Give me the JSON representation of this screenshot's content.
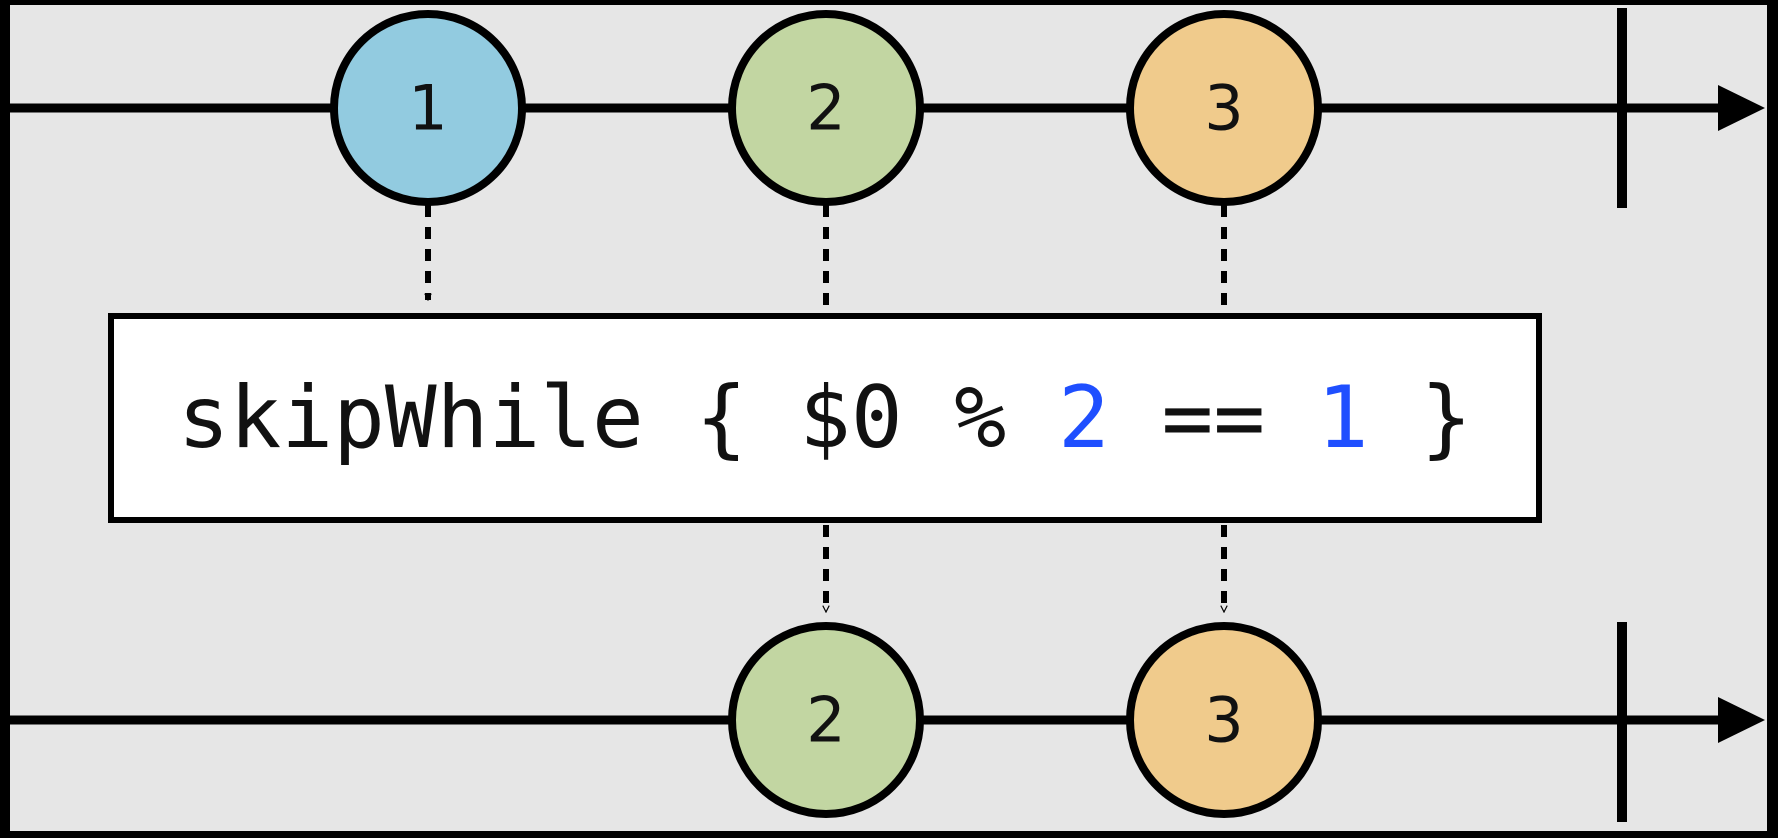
{
  "operator": {
    "code_parts": [
      {
        "text": "skipWhile { $0 % ",
        "color": "#111111"
      },
      {
        "text": "2",
        "color": "#1f4fff"
      },
      {
        "text": " == ",
        "color": "#111111"
      },
      {
        "text": "1",
        "color": "#1f4fff"
      },
      {
        "text": " }",
        "color": "#111111"
      }
    ]
  },
  "input_stream": {
    "marbles": [
      {
        "label": "1",
        "color": "#92cbe0"
      },
      {
        "label": "2",
        "color": "#c2d6a2"
      },
      {
        "label": "3",
        "color": "#f0cb8c"
      }
    ],
    "completed": true
  },
  "output_stream": {
    "marbles": [
      {
        "label": "2",
        "color": "#c2d6a2"
      },
      {
        "label": "3",
        "color": "#f0cb8c"
      }
    ],
    "completed": true
  },
  "colors": {
    "background": "#e6e6e6",
    "frame": "#000000",
    "line": "#000000",
    "box": "#ffffff"
  }
}
